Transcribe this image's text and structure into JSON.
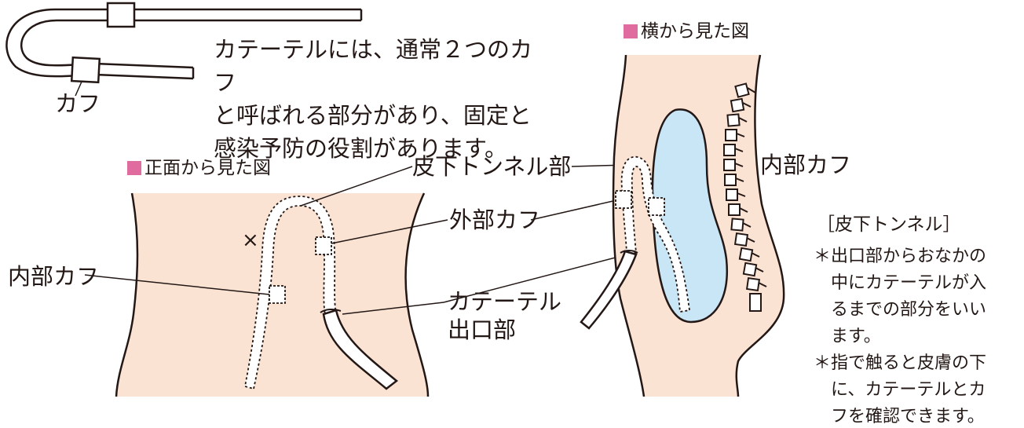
{
  "colors": {
    "skin": "#fbe3d4",
    "kidney": "#c9e6f7",
    "square_marker": "#e06c9f",
    "line": "#231815"
  },
  "intro": {
    "lines": [
      "カテーテルには、通常２つのカフ",
      "と呼ばれる部分があり、固定と",
      "感染予防の役割があります。"
    ]
  },
  "catheter_diagram": {
    "cuff_label": "カフ"
  },
  "front_view": {
    "title": "正面から見た図",
    "mark": "×",
    "internal_cuff_label": "内部カフ"
  },
  "center_labels": {
    "subcutaneous_tunnel": "皮下トンネル部",
    "external_cuff": "外部カフ",
    "exit_site_line1": "カテーテル",
    "exit_site_line2": "出口部"
  },
  "side_view": {
    "title": "横から見た図",
    "internal_cuff_label": "内部カフ"
  },
  "tunnel_note": {
    "heading": "［皮下トンネル］",
    "notes": [
      {
        "lines": [
          "＊出口部からおなかの",
          "中にカテーテルが入",
          "るまでの部分をいい",
          "ます。"
        ]
      },
      {
        "lines": [
          "＊指で触ると皮膚の下",
          "に、カテーテルとカ",
          "フを確認できます。"
        ]
      }
    ]
  }
}
